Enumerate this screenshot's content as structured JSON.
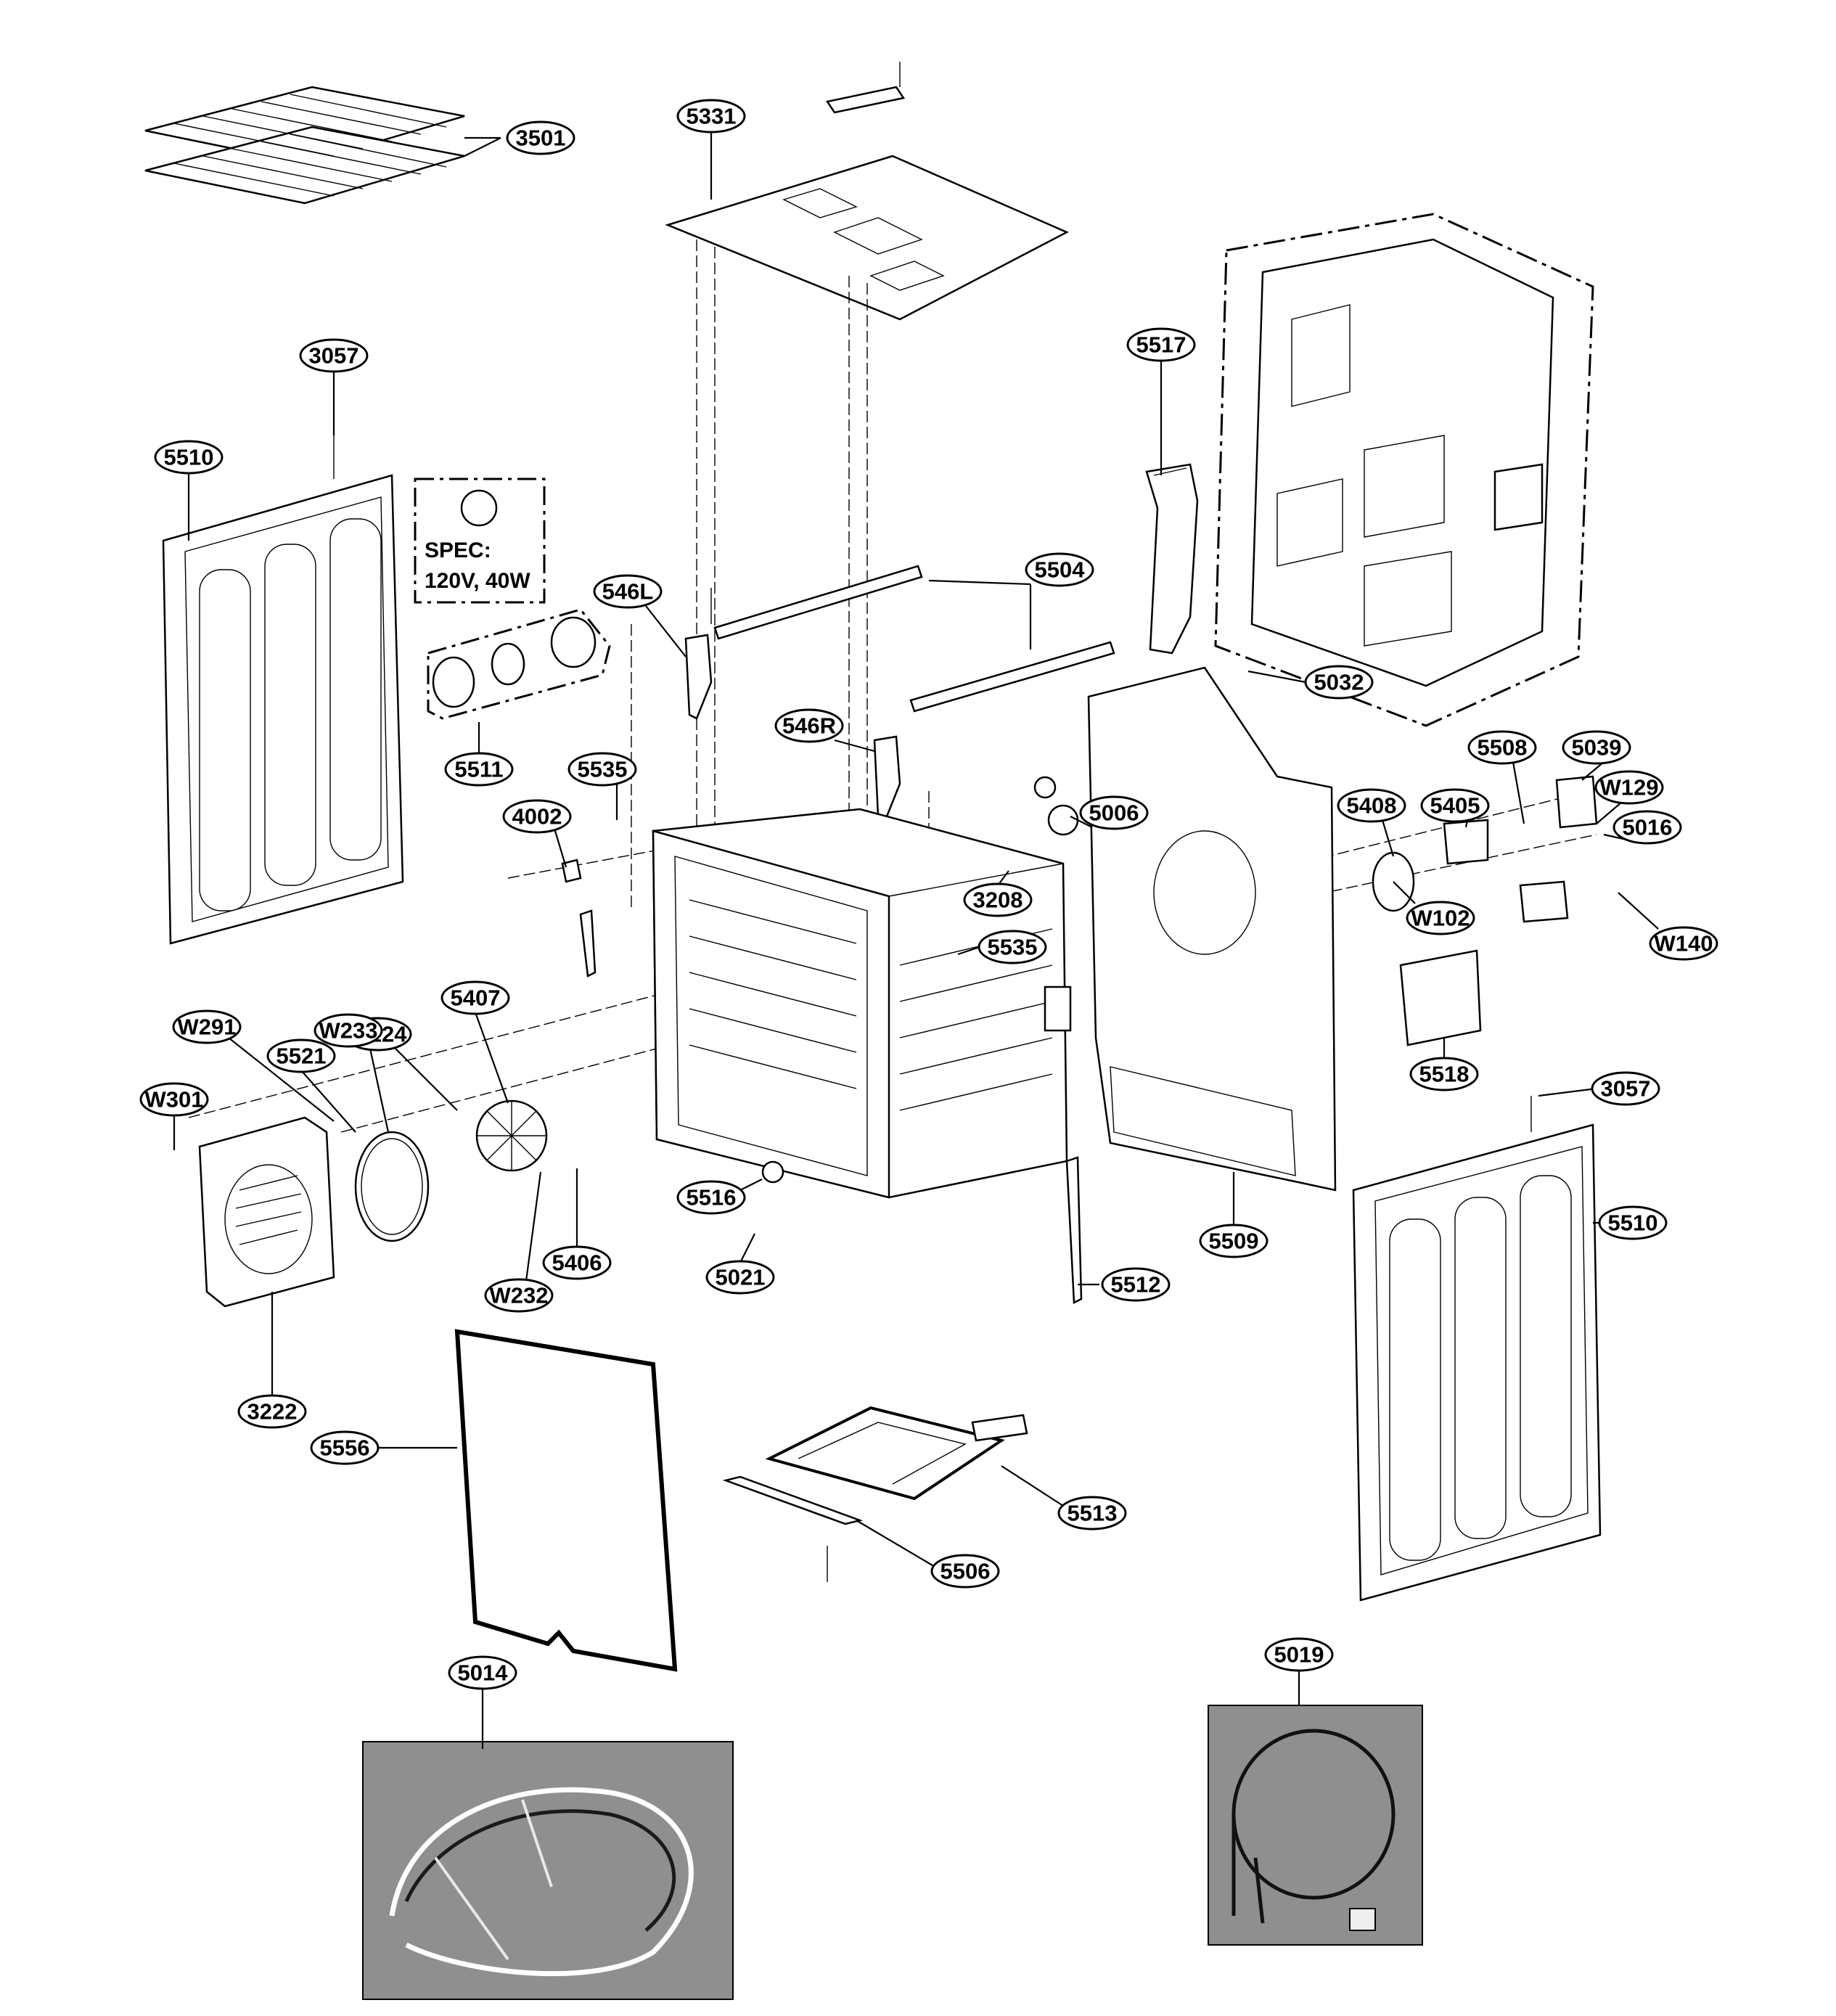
{
  "spec": {
    "line1": "SPEC:",
    "line2": "120V, 40W"
  },
  "callouts": [
    {
      "id": "3501",
      "label": "3501"
    },
    {
      "id": "5331",
      "label": "5331"
    },
    {
      "id": "3057-top",
      "label": "3057"
    },
    {
      "id": "5510-left",
      "label": "5510"
    },
    {
      "id": "546L",
      "label": "546L"
    },
    {
      "id": "5504",
      "label": "5504"
    },
    {
      "id": "5517",
      "label": "5517"
    },
    {
      "id": "5032",
      "label": "5032"
    },
    {
      "id": "546R",
      "label": "546R"
    },
    {
      "id": "5511",
      "label": "5511"
    },
    {
      "id": "5535-top",
      "label": "5535"
    },
    {
      "id": "4002",
      "label": "4002"
    },
    {
      "id": "5006",
      "label": "5006"
    },
    {
      "id": "5408",
      "label": "5408"
    },
    {
      "id": "5508",
      "label": "5508"
    },
    {
      "id": "5039",
      "label": "5039"
    },
    {
      "id": "W129",
      "label": "W129"
    },
    {
      "id": "5405",
      "label": "5405"
    },
    {
      "id": "5016",
      "label": "5016"
    },
    {
      "id": "3208",
      "label": "3208"
    },
    {
      "id": "W102",
      "label": "W102"
    },
    {
      "id": "W140",
      "label": "W140"
    },
    {
      "id": "5535-mid",
      "label": "5535"
    },
    {
      "id": "W124",
      "label": "W124"
    },
    {
      "id": "5407",
      "label": "5407"
    },
    {
      "id": "W233",
      "label": "W233"
    },
    {
      "id": "W291",
      "label": "W291"
    },
    {
      "id": "5521",
      "label": "5521"
    },
    {
      "id": "W301",
      "label": "W301"
    },
    {
      "id": "5518",
      "label": "5518"
    },
    {
      "id": "3057-right",
      "label": "3057"
    },
    {
      "id": "5516",
      "label": "5516"
    },
    {
      "id": "5509",
      "label": "5509"
    },
    {
      "id": "5510-right",
      "label": "5510"
    },
    {
      "id": "5406",
      "label": "5406"
    },
    {
      "id": "5021",
      "label": "5021"
    },
    {
      "id": "W232",
      "label": "W232"
    },
    {
      "id": "5512",
      "label": "5512"
    },
    {
      "id": "3222",
      "label": "3222"
    },
    {
      "id": "5556",
      "label": "5556"
    },
    {
      "id": "5513",
      "label": "5513"
    },
    {
      "id": "5506",
      "label": "5506"
    },
    {
      "id": "5014",
      "label": "5014"
    },
    {
      "id": "5019",
      "label": "5019"
    }
  ],
  "colors": {
    "ink": "#000000",
    "paper": "#ffffff",
    "photo_bg": "#8f8f8f"
  }
}
